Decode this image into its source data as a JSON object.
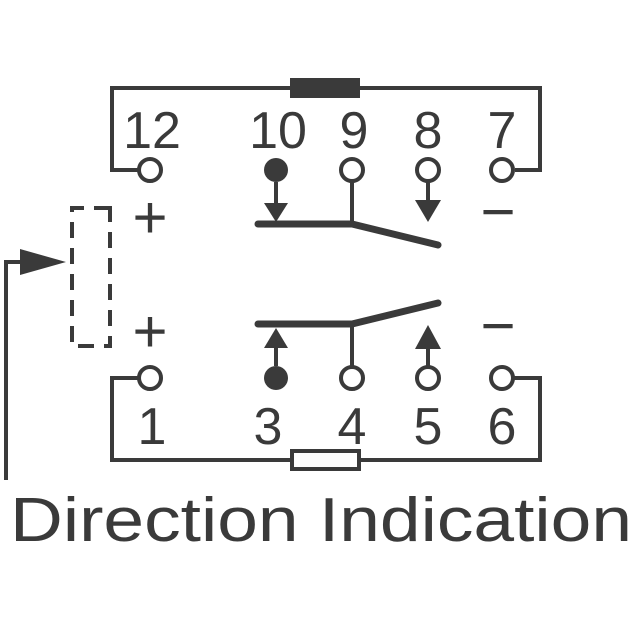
{
  "diagram": {
    "caption": "Direction Indication",
    "top_pins": [
      "12",
      "10",
      "9",
      "8",
      "7"
    ],
    "bottom_pins": [
      "1",
      "3",
      "4",
      "5",
      "6"
    ],
    "plus": "+",
    "minus": "−"
  },
  "colors": {
    "ink": "#3a3a3a",
    "background": "#ffffff"
  },
  "icons": {
    "pin": "open-circle-terminal",
    "pin_filled": "filled-circle-terminal",
    "arrow": "triangle-arrow"
  }
}
